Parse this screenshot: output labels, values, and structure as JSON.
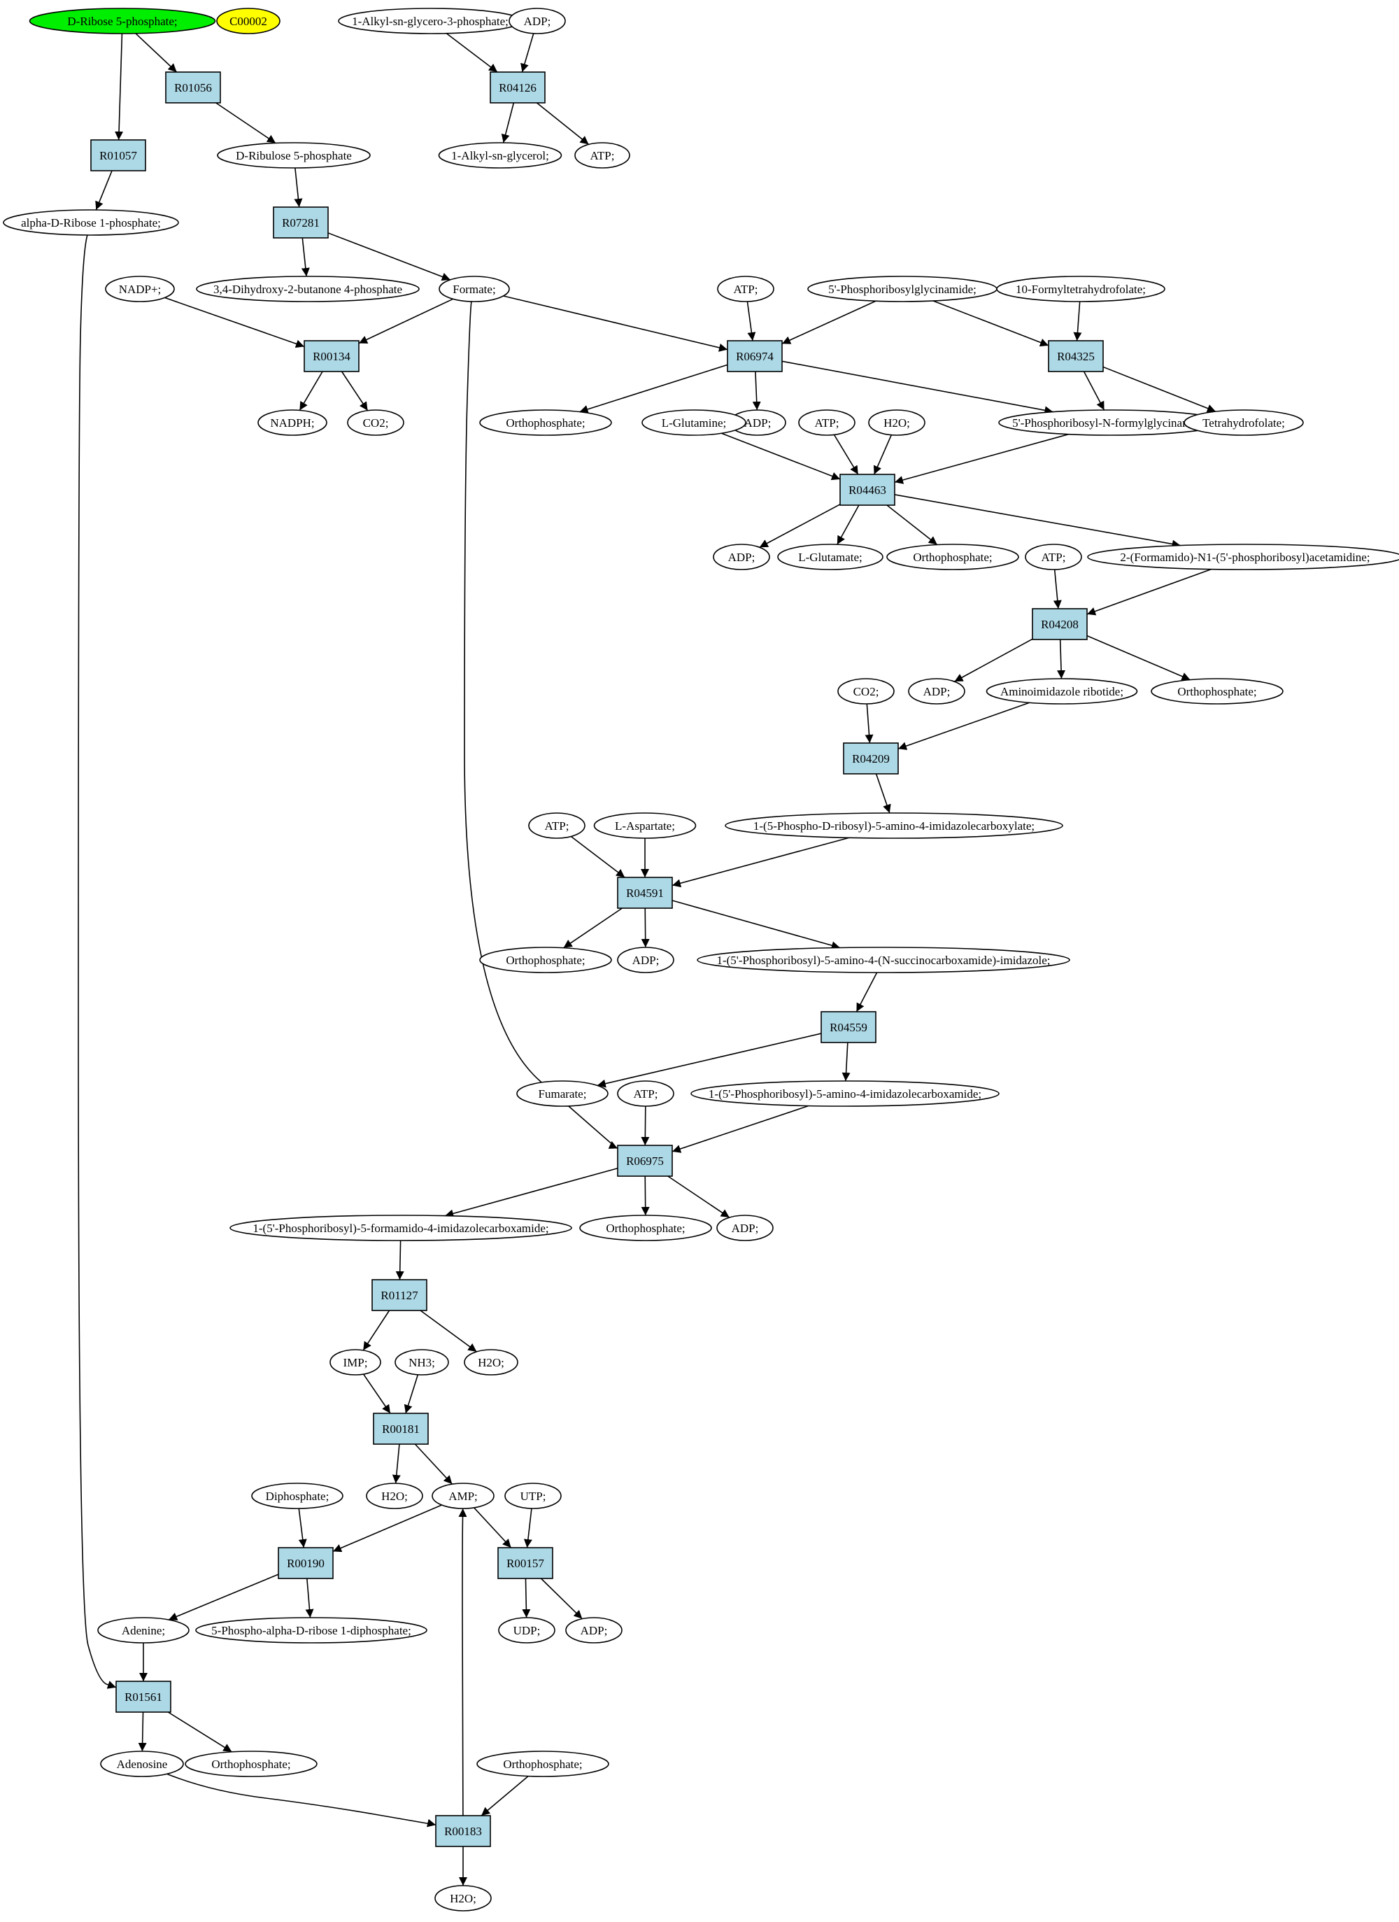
{
  "colors": {
    "reaction_fill": "#add8e6",
    "compound_fill": "#ffffff",
    "start_compound_fill": "#00ee00",
    "query_compound_fill": "#ffff00",
    "edge": "#000000"
  },
  "compounds": [
    {
      "id": "c_drib5p",
      "label": "D-Ribose 5-phosphate;",
      "fill": "#00ee00"
    },
    {
      "id": "c_c00002",
      "label": "C00002",
      "fill": "#ffff00"
    },
    {
      "id": "c_alkylg3p",
      "label": "1-Alkyl-sn-glycero-3-phosphate;"
    },
    {
      "id": "c_adp1",
      "label": "ADP;"
    },
    {
      "id": "c_drul5p",
      "label": "D-Ribulose 5-phosphate"
    },
    {
      "id": "c_alkylgly",
      "label": "1-Alkyl-sn-glycerol;"
    },
    {
      "id": "c_atp1",
      "label": "ATP;"
    },
    {
      "id": "c_arib1p",
      "label": "alpha-D-Ribose 1-phosphate;"
    },
    {
      "id": "c_dhbp",
      "label": "3,4-Dihydroxy-2-butanone 4-phosphate"
    },
    {
      "id": "c_formate",
      "label": "Formate;"
    },
    {
      "id": "c_nadp",
      "label": "NADP+;"
    },
    {
      "id": "c_atp2",
      "label": "ATP;"
    },
    {
      "id": "c_prgly",
      "label": "5'-Phosphoribosylglycinamide;"
    },
    {
      "id": "c_fthf",
      "label": "10-Formyltetrahydrofolate;"
    },
    {
      "id": "c_nadph",
      "label": "NADPH;"
    },
    {
      "id": "c_co2a",
      "label": "CO2;"
    },
    {
      "id": "c_pi1",
      "label": "Orthophosphate;"
    },
    {
      "id": "c_adp2",
      "label": "ADP;"
    },
    {
      "id": "c_gln",
      "label": "L-Glutamine;"
    },
    {
      "id": "c_atp3",
      "label": "ATP;"
    },
    {
      "id": "c_h2o1",
      "label": "H2O;"
    },
    {
      "id": "c_fgar",
      "label": "5'-Phosphoribosyl-N-formylglycinamide;"
    },
    {
      "id": "c_thf",
      "label": "Tetrahydrofolate;"
    },
    {
      "id": "c_adp3",
      "label": "ADP;"
    },
    {
      "id": "c_glu",
      "label": "L-Glutamate;"
    },
    {
      "id": "c_pi2",
      "label": "Orthophosphate;"
    },
    {
      "id": "c_atp4",
      "label": "ATP;"
    },
    {
      "id": "c_fgam",
      "label": "2-(Formamido)-N1-(5'-phosphoribosyl)acetamidine;"
    },
    {
      "id": "c_adp4",
      "label": "ADP;"
    },
    {
      "id": "c_air",
      "label": "Aminoimidazole ribotide;"
    },
    {
      "id": "c_pi3",
      "label": "Orthophosphate;"
    },
    {
      "id": "c_co2b",
      "label": "CO2;"
    },
    {
      "id": "c_cair",
      "label": "1-(5-Phospho-D-ribosyl)-5-amino-4-imidazolecarboxylate;"
    },
    {
      "id": "c_atp5",
      "label": "ATP;"
    },
    {
      "id": "c_asp",
      "label": "L-Aspartate;"
    },
    {
      "id": "c_pi4",
      "label": "Orthophosphate;"
    },
    {
      "id": "c_adp5",
      "label": "ADP;"
    },
    {
      "id": "c_saicar",
      "label": "1-(5'-Phosphoribosyl)-5-amino-4-(N-succinocarboxamide)-imidazole;"
    },
    {
      "id": "c_fum",
      "label": "Fumarate;"
    },
    {
      "id": "c_atp6",
      "label": "ATP;"
    },
    {
      "id": "c_aicar",
      "label": "1-(5'-Phosphoribosyl)-5-amino-4-imidazolecarboxamide;"
    },
    {
      "id": "c_faicar",
      "label": "1-(5'-Phosphoribosyl)-5-formamido-4-imidazolecarboxamide;"
    },
    {
      "id": "c_pi5",
      "label": "Orthophosphate;"
    },
    {
      "id": "c_adp6",
      "label": "ADP;"
    },
    {
      "id": "c_imp",
      "label": "IMP;"
    },
    {
      "id": "c_nh3",
      "label": "NH3;"
    },
    {
      "id": "c_h2o2",
      "label": "H2O;"
    },
    {
      "id": "c_diph",
      "label": "Diphosphate;"
    },
    {
      "id": "c_h2o3",
      "label": "H2O;"
    },
    {
      "id": "c_amp",
      "label": "AMP;"
    },
    {
      "id": "c_utp",
      "label": "UTP;"
    },
    {
      "id": "c_ade",
      "label": "Adenine;"
    },
    {
      "id": "c_prpp",
      "label": "5-Phospho-alpha-D-ribose 1-diphosphate;"
    },
    {
      "id": "c_udp",
      "label": "UDP;"
    },
    {
      "id": "c_adp7",
      "label": "ADP;"
    },
    {
      "id": "c_ado",
      "label": "Adenosine"
    },
    {
      "id": "c_pi6",
      "label": "Orthophosphate;"
    },
    {
      "id": "c_pi7",
      "label": "Orthophosphate;"
    },
    {
      "id": "c_h2o4",
      "label": "H2O;"
    }
  ],
  "reactions": [
    {
      "id": "r_R01056",
      "label": "R01056"
    },
    {
      "id": "r_R04126",
      "label": "R04126"
    },
    {
      "id": "r_R01057",
      "label": "R01057"
    },
    {
      "id": "r_R07281",
      "label": "R07281"
    },
    {
      "id": "r_R00134",
      "label": "R00134"
    },
    {
      "id": "r_R06974",
      "label": "R06974"
    },
    {
      "id": "r_R04325",
      "label": "R04325"
    },
    {
      "id": "r_R04463",
      "label": "R04463"
    },
    {
      "id": "r_R04208",
      "label": "R04208"
    },
    {
      "id": "r_R04209",
      "label": "R04209"
    },
    {
      "id": "r_R04591",
      "label": "R04591"
    },
    {
      "id": "r_R04559",
      "label": "R04559"
    },
    {
      "id": "r_R06975",
      "label": "R06975"
    },
    {
      "id": "r_R01127",
      "label": "R01127"
    },
    {
      "id": "r_R00181",
      "label": "R00181"
    },
    {
      "id": "r_R00190",
      "label": "R00190"
    },
    {
      "id": "r_R00157",
      "label": "R00157"
    },
    {
      "id": "r_R01561",
      "label": "R01561"
    },
    {
      "id": "r_R00183",
      "label": "R00183"
    }
  ],
  "edges": [
    [
      "c_drib5p",
      "r_R01056"
    ],
    [
      "c_drib5p",
      "r_R01057"
    ],
    [
      "c_alkylg3p",
      "r_R04126"
    ],
    [
      "c_adp1",
      "r_R04126"
    ],
    [
      "r_R04126",
      "c_alkylgly"
    ],
    [
      "r_R04126",
      "c_atp1"
    ],
    [
      "r_R01056",
      "c_drul5p"
    ],
    [
      "r_R01057",
      "c_arib1p"
    ],
    [
      "c_drul5p",
      "r_R07281"
    ],
    [
      "r_R07281",
      "c_dhbp"
    ],
    [
      "r_R07281",
      "c_formate"
    ],
    [
      "c_nadp",
      "r_R00134"
    ],
    [
      "c_formate",
      "r_R00134"
    ],
    [
      "r_R00134",
      "c_nadph"
    ],
    [
      "r_R00134",
      "c_co2a"
    ],
    [
      "c_formate",
      "r_R06974"
    ],
    [
      "c_atp2",
      "r_R06974"
    ],
    [
      "c_prgly",
      "r_R06974"
    ],
    [
      "c_prgly",
      "r_R04325"
    ],
    [
      "c_fthf",
      "r_R04325"
    ],
    [
      "r_R06974",
      "c_pi1"
    ],
    [
      "r_R06974",
      "c_adp2"
    ],
    [
      "r_R06974",
      "c_fgar"
    ],
    [
      "r_R04325",
      "c_fgar"
    ],
    [
      "r_R04325",
      "c_thf"
    ],
    [
      "c_gln",
      "r_R04463"
    ],
    [
      "c_atp3",
      "r_R04463"
    ],
    [
      "c_h2o1",
      "r_R04463"
    ],
    [
      "c_fgar",
      "r_R04463"
    ],
    [
      "r_R04463",
      "c_adp3"
    ],
    [
      "r_R04463",
      "c_glu"
    ],
    [
      "r_R04463",
      "c_pi2"
    ],
    [
      "r_R04463",
      "c_fgam"
    ],
    [
      "c_atp4",
      "r_R04208"
    ],
    [
      "c_fgam",
      "r_R04208"
    ],
    [
      "r_R04208",
      "c_adp4"
    ],
    [
      "r_R04208",
      "c_air"
    ],
    [
      "r_R04208",
      "c_pi3"
    ],
    [
      "c_co2b",
      "r_R04209"
    ],
    [
      "c_air",
      "r_R04209"
    ],
    [
      "r_R04209",
      "c_cair"
    ],
    [
      "c_atp5",
      "r_R04591"
    ],
    [
      "c_asp",
      "r_R04591"
    ],
    [
      "c_cair",
      "r_R04591"
    ],
    [
      "r_R04591",
      "c_pi4"
    ],
    [
      "r_R04591",
      "c_adp5"
    ],
    [
      "r_R04591",
      "c_saicar"
    ],
    [
      "c_saicar",
      "r_R04559"
    ],
    [
      "r_R04559",
      "c_fum"
    ],
    [
      "r_R04559",
      "c_aicar"
    ],
    [
      "c_formate",
      "r_R06975"
    ],
    [
      "c_atp6",
      "r_R06975"
    ],
    [
      "c_aicar",
      "r_R06975"
    ],
    [
      "r_R06975",
      "c_faicar"
    ],
    [
      "r_R06975",
      "c_pi5"
    ],
    [
      "r_R06975",
      "c_adp6"
    ],
    [
      "c_faicar",
      "r_R01127"
    ],
    [
      "r_R01127",
      "c_imp"
    ],
    [
      "r_R01127",
      "c_h2o2"
    ],
    [
      "c_imp",
      "r_R00181"
    ],
    [
      "c_nh3",
      "r_R00181"
    ],
    [
      "r_R00181",
      "c_h2o3"
    ],
    [
      "r_R00181",
      "c_amp"
    ],
    [
      "c_diph",
      "r_R00190"
    ],
    [
      "c_amp",
      "r_R00190"
    ],
    [
      "c_amp",
      "r_R00157"
    ],
    [
      "c_utp",
      "r_R00157"
    ],
    [
      "r_R00190",
      "c_ade"
    ],
    [
      "r_R00190",
      "c_prpp"
    ],
    [
      "r_R00157",
      "c_udp"
    ],
    [
      "r_R00157",
      "c_adp7"
    ],
    [
      "c_ade",
      "r_R01561"
    ],
    [
      "c_arib1p",
      "r_R01561"
    ],
    [
      "r_R01561",
      "c_ado"
    ],
    [
      "r_R01561",
      "c_pi6"
    ],
    [
      "c_ado",
      "r_R00183"
    ],
    [
      "c_pi7",
      "r_R00183"
    ],
    [
      "r_R00183",
      "c_amp"
    ],
    [
      "r_R00183",
      "c_h2o4"
    ]
  ]
}
